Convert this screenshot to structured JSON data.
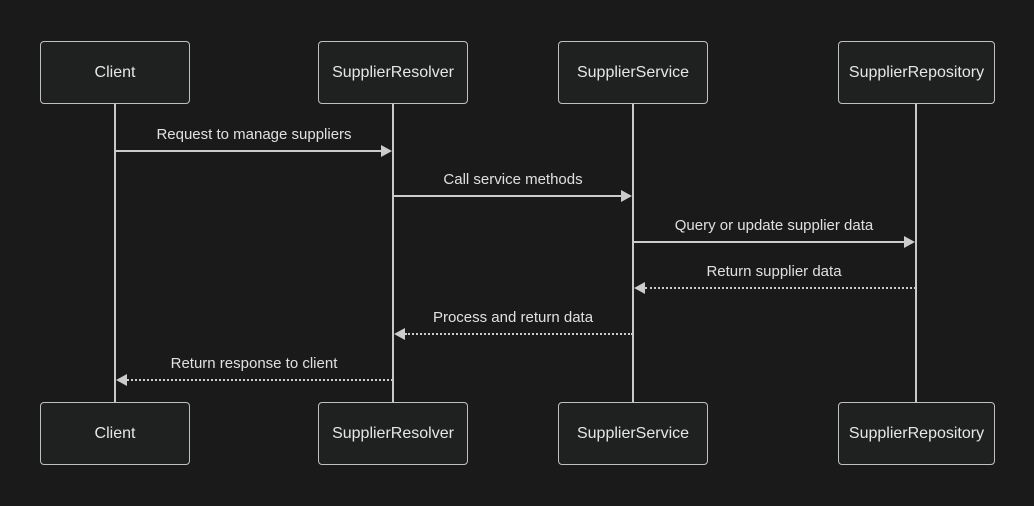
{
  "diagram": {
    "type": "sequence",
    "actors": [
      {
        "id": "client",
        "name": "Client"
      },
      {
        "id": "supplier-resolver",
        "name": "SupplierResolver"
      },
      {
        "id": "supplier-service",
        "name": "SupplierService"
      },
      {
        "id": "supplier-repository",
        "name": "SupplierRepository"
      }
    ],
    "messages": [
      {
        "from": "Client",
        "to": "SupplierResolver",
        "label": "Request to manage suppliers",
        "line": "solid"
      },
      {
        "from": "SupplierResolver",
        "to": "SupplierService",
        "label": "Call service methods",
        "line": "solid"
      },
      {
        "from": "SupplierService",
        "to": "SupplierRepository",
        "label": "Query or update supplier data",
        "line": "solid"
      },
      {
        "from": "SupplierRepository",
        "to": "SupplierService",
        "label": "Return supplier data",
        "line": "dotted"
      },
      {
        "from": "SupplierService",
        "to": "SupplierResolver",
        "label": "Process and return data",
        "line": "dotted"
      },
      {
        "from": "SupplierResolver",
        "to": "Client",
        "label": "Return response to client",
        "line": "dotted"
      }
    ],
    "colors": {
      "background": "#1a1a1a",
      "actor_fill": "#1f2020",
      "actor_border": "#c0c0c0",
      "line": "#cccccc",
      "text": "#e6e6e6"
    }
  }
}
